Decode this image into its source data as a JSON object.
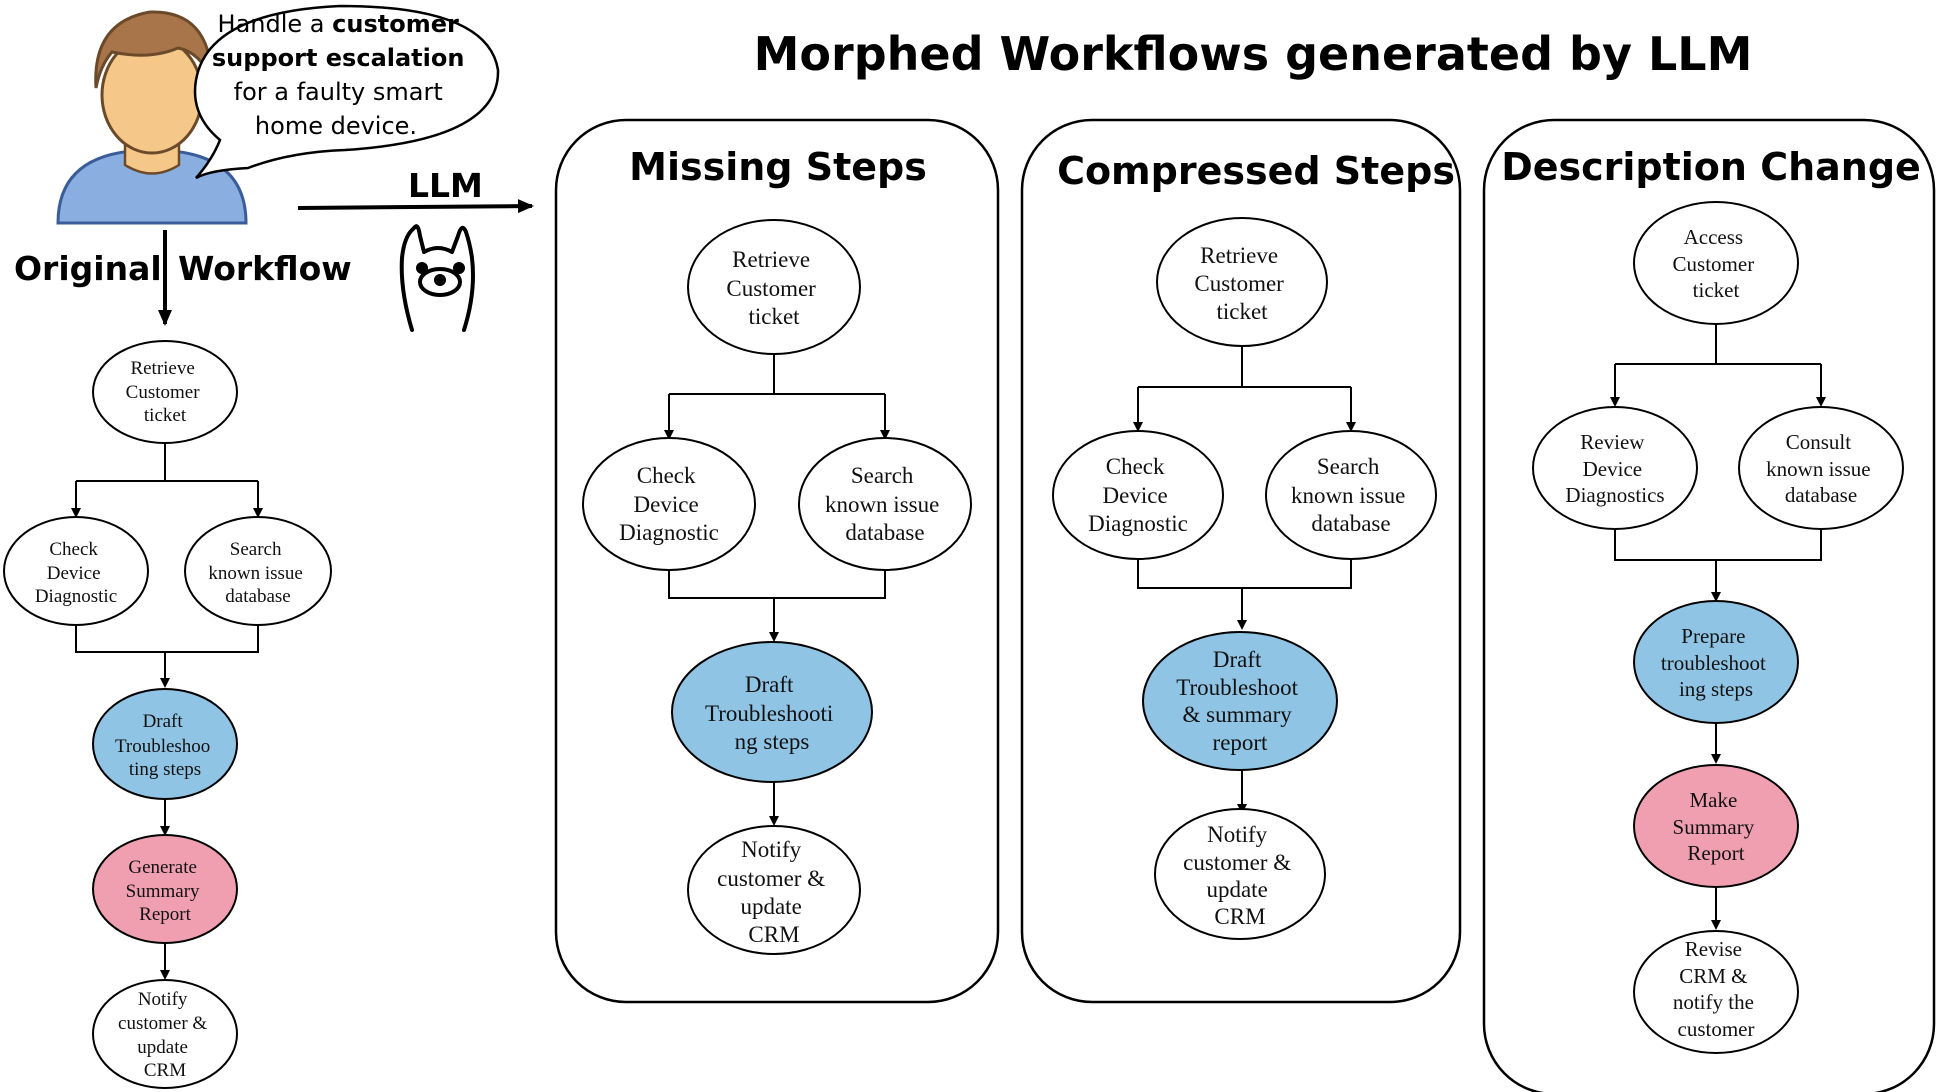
{
  "colors": {
    "outline": "#000000",
    "white_node": "#ffffff",
    "blue_node": "#8fc4e4",
    "pink_node": "#f09fb0",
    "person_skin": "#f5c889",
    "person_hair": "#a8744a",
    "person_shirt": "#8aaee0"
  },
  "main_title": "Morphed Workflows generated by LLM",
  "speech": {
    "line1_pre": "Handle a ",
    "line1_bold": "customer",
    "line2_bold": "support escalation",
    "line3": "for a faulty smart",
    "line4": "home device."
  },
  "llm_label": "LLM",
  "llm_icon": "llama-icon",
  "original_label_left": "Original",
  "original_label_right": "Workflow",
  "original": {
    "retrieve": [
      "Retrieve",
      "Customer",
      "ticket"
    ],
    "check": [
      "Check",
      "Device",
      "Diagnostic"
    ],
    "search": [
      "Search",
      "known issue",
      "database"
    ],
    "draft": [
      "Draft",
      "Troubleshoo",
      "ting steps"
    ],
    "report": [
      "Generate",
      "Summary",
      "Report"
    ],
    "notify": [
      "Notify",
      "customer &",
      "update",
      "CRM"
    ]
  },
  "missing": {
    "title": "Missing Steps",
    "retrieve": [
      "Retrieve",
      "Customer",
      "ticket"
    ],
    "check": [
      "Check",
      "Device",
      "Diagnostic"
    ],
    "search": [
      "Search",
      "known issue",
      "database"
    ],
    "draft": [
      "Draft",
      "Troubleshooti",
      "ng steps"
    ],
    "notify": [
      "Notify",
      "customer &",
      "update",
      "CRM"
    ]
  },
  "compressed": {
    "title": "Compressed Steps",
    "retrieve": [
      "Retrieve",
      "Customer",
      "ticket"
    ],
    "check": [
      "Check",
      "Device",
      "Diagnostic"
    ],
    "search": [
      "Search",
      "known issue",
      "database"
    ],
    "draft": [
      "Draft",
      "Troubleshoot",
      "& summary",
      "report"
    ],
    "notify": [
      "Notify",
      "customer &",
      "update",
      "CRM"
    ]
  },
  "description": {
    "title": "Description Change",
    "access": [
      "Access",
      "Customer",
      "ticket"
    ],
    "review": [
      "Review",
      "Device",
      "Diagnostics"
    ],
    "consult": [
      "Consult",
      "known issue",
      "database"
    ],
    "prepare": [
      "Prepare",
      "troubleshoot",
      "ing steps"
    ],
    "report": [
      "Make",
      "Summary",
      "Report"
    ],
    "revise": [
      "Revise",
      "CRM &",
      "notify the",
      "customer"
    ]
  }
}
